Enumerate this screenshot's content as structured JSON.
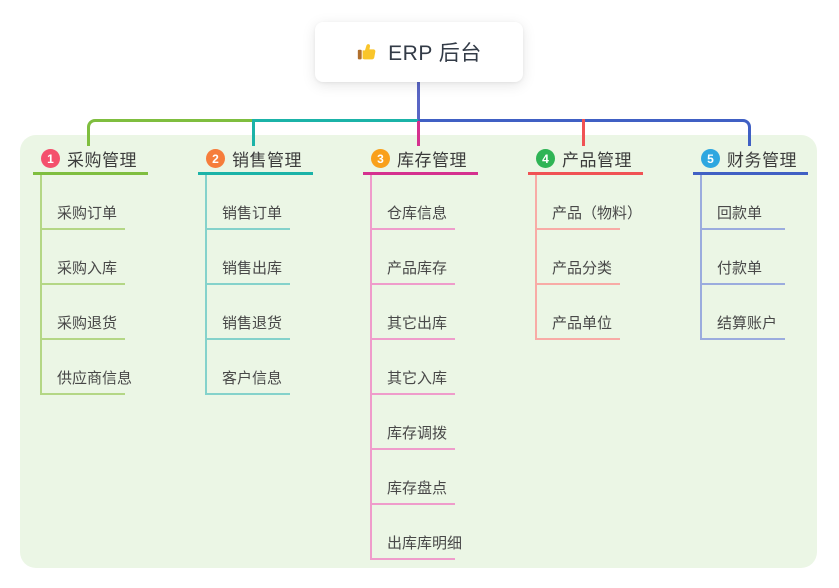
{
  "root": {
    "title": "ERP 后台",
    "icon": "thumbs-up-icon"
  },
  "palette": {
    "canvas_background": "#ffffff",
    "panel_background": "#ebf6e5",
    "root_connector": "#5a66c5",
    "title_text": "#3b3b3b",
    "child_text": "#484848"
  },
  "branches": [
    {
      "number": "1",
      "label": "采购管理",
      "line_color": "#7fbe3f",
      "light_line_color": "#b4d785",
      "badge_color": "#f4506c",
      "children": [
        "采购订单",
        "采购入库",
        "采购退货",
        "供应商信息"
      ]
    },
    {
      "number": "2",
      "label": "销售管理",
      "line_color": "#1bb3a8",
      "light_line_color": "#84d2cb",
      "badge_color": "#f67d3b",
      "children": [
        "销售订单",
        "销售出库",
        "销售退货",
        "客户信息"
      ]
    },
    {
      "number": "3",
      "label": "库存管理",
      "line_color": "#d5318f",
      "light_line_color": "#ef9ccb",
      "badge_color": "#f9a01b",
      "children": [
        "仓库信息",
        "产品库存",
        "其它出库",
        "其它入库",
        "库存调拨",
        "库存盘点",
        "出库库明细"
      ]
    },
    {
      "number": "4",
      "label": "产品管理",
      "line_color": "#f05254",
      "light_line_color": "#f8aba6",
      "badge_color": "#2fb455",
      "children": [
        "产品（物料）",
        "产品分类",
        "产品单位"
      ]
    },
    {
      "number": "5",
      "label": "财务管理",
      "line_color": "#4060c4",
      "light_line_color": "#9bacde",
      "badge_color": "#2ea7e0",
      "children": [
        "回款单",
        "付款单",
        "结算账户"
      ]
    }
  ]
}
